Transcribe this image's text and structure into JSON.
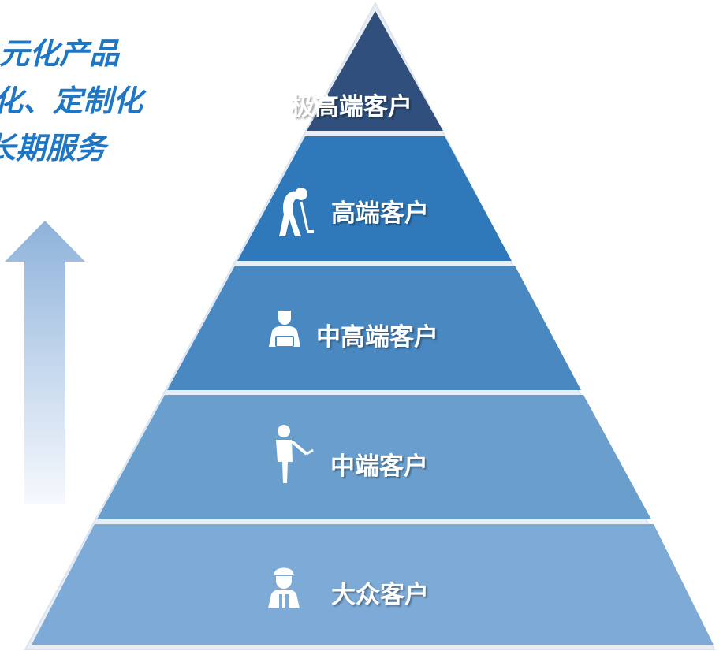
{
  "slogan": {
    "line_1": "元化产品",
    "line_2": "化、定制化",
    "line_3": "长期服务",
    "color": "#1f76c4"
  },
  "tiers": [
    {
      "label": "极高端客户",
      "icon": "figure-with-hat-icon",
      "color": "#304f7c"
    },
    {
      "label": "高端客户",
      "icon": "golfer-icon",
      "color": "#2f78b9"
    },
    {
      "label": "中高端客户",
      "icon": "user-at-laptop-icon",
      "color": "#4a88c2"
    },
    {
      "label": "中端客户",
      "icon": "presenter-icon",
      "color": "#6a9fcd"
    },
    {
      "label": "大众客户",
      "icon": "worker-icon",
      "color": "#7daad6"
    }
  ],
  "arrow": {
    "direction": "up",
    "color": "#8fb3da"
  }
}
